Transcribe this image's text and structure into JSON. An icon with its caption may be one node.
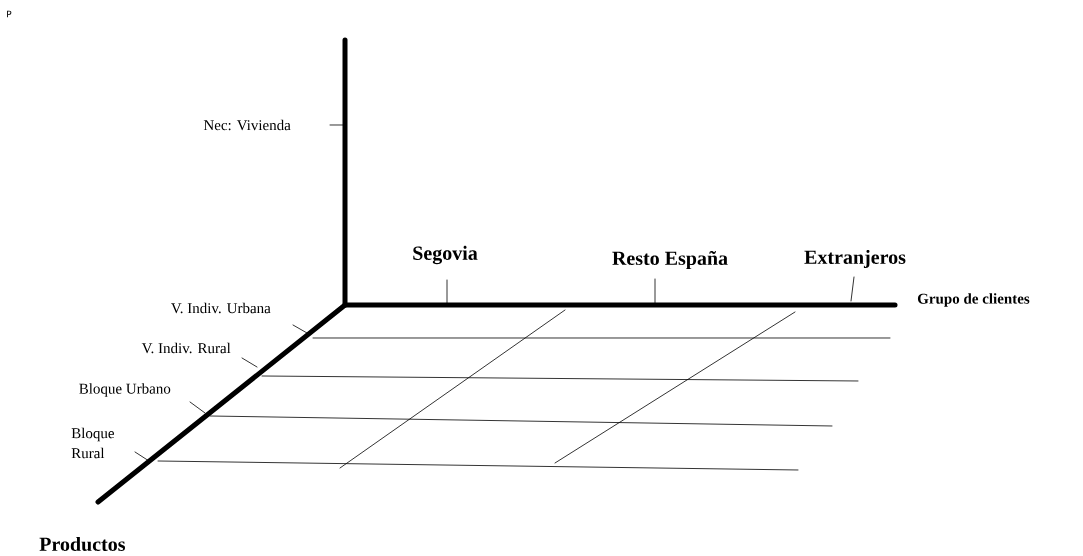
{
  "diagram": {
    "labels": [
      "P",
      "Nec: Vivienda",
      "Segovia",
      "Resto España",
      "Extranjeros",
      "Grupo de clientes",
      "V. Indiv. Urbana",
      "V. Indiv. Rural",
      "Bloque Urbano",
      "Bloque Rural",
      "Productos"
    ]
  }
}
